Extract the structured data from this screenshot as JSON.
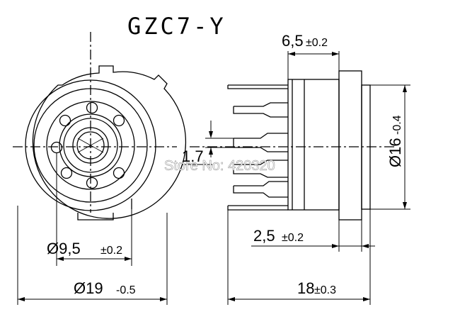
{
  "title": "GZC7-Y",
  "dims": {
    "top_width": {
      "value": "6,5",
      "tol": "±0.2"
    },
    "side_offset": {
      "value": "1.7"
    },
    "diameter_16": {
      "value": "Ø16",
      "tol": "-0.4"
    },
    "flange_width": {
      "value": "2,5",
      "tol": "±0.2"
    },
    "pin_circle": {
      "value": "Ø9,5",
      "tol": "±0.2"
    },
    "outer_diameter": {
      "value": "Ø19",
      "tol": "-0.5"
    },
    "overall_length": {
      "value": "18",
      "tol": "±0.3"
    }
  },
  "watermark": "Store No: 420320",
  "colors": {
    "line": "#000000",
    "watermark": "#ffffff",
    "background": "#ffffff"
  }
}
